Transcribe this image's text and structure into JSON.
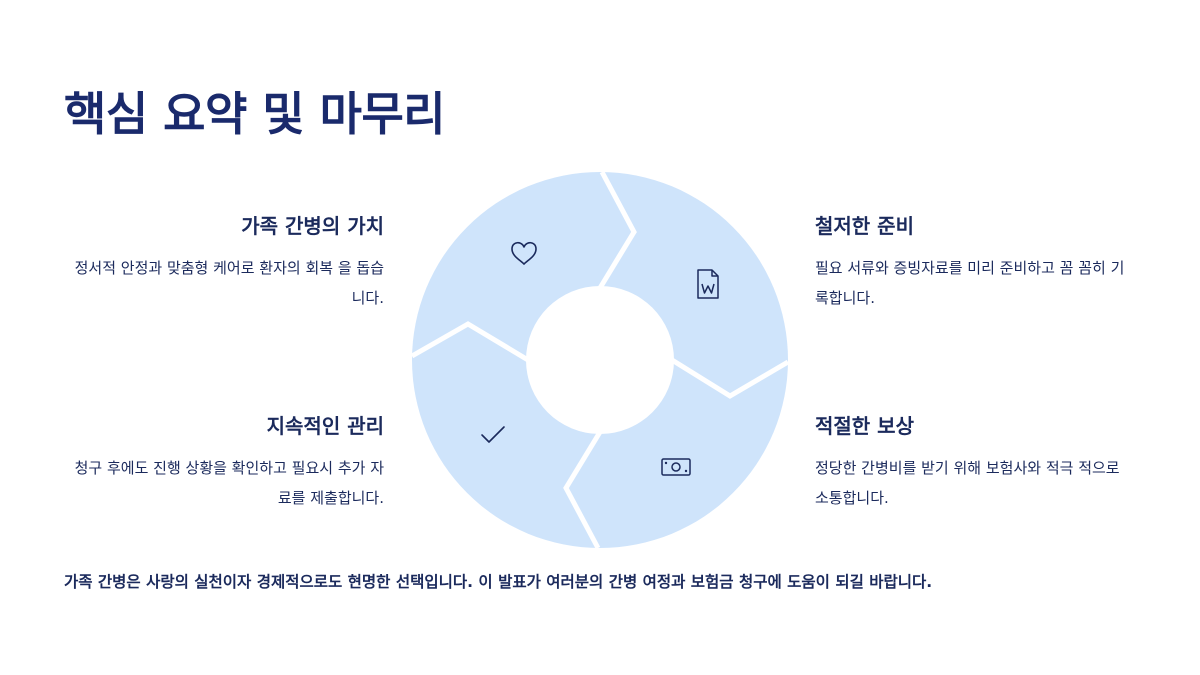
{
  "title": "핵심 요약 및 마무리",
  "items": [
    {
      "heading": "가족 간병의 가치",
      "text": "정서적 안정과 맞춤형 케어로 환자의 회복 을 돕습니다.",
      "icon": "heart-icon"
    },
    {
      "heading": "철저한 준비",
      "text": "필요 서류와 증빙자료를 미리 준비하고 꼼 꼼히 기록합니다.",
      "icon": "word-document-icon"
    },
    {
      "heading": "적절한 보상",
      "text": "정당한 간병비를 받기 위해 보험사와 적극 적으로 소통합니다.",
      "icon": "banknote-icon"
    },
    {
      "heading": "지속적인 관리",
      "text": "청구 후에도 진행 상황을 확인하고 필요시 추가 자료를 제출합니다.",
      "icon": "checkmark-icon"
    }
  ],
  "footer": "가족 간병은 사랑의 실천이자 경제적으로도 현명한 선택입니다. 이 발표가 여러분의 간병 여정과 보험금 청구에 도움이 되길 바랍니다.",
  "colors": {
    "segment": "#cfe4fb",
    "text": "#1b2a5c",
    "title": "#1a2a6c"
  }
}
